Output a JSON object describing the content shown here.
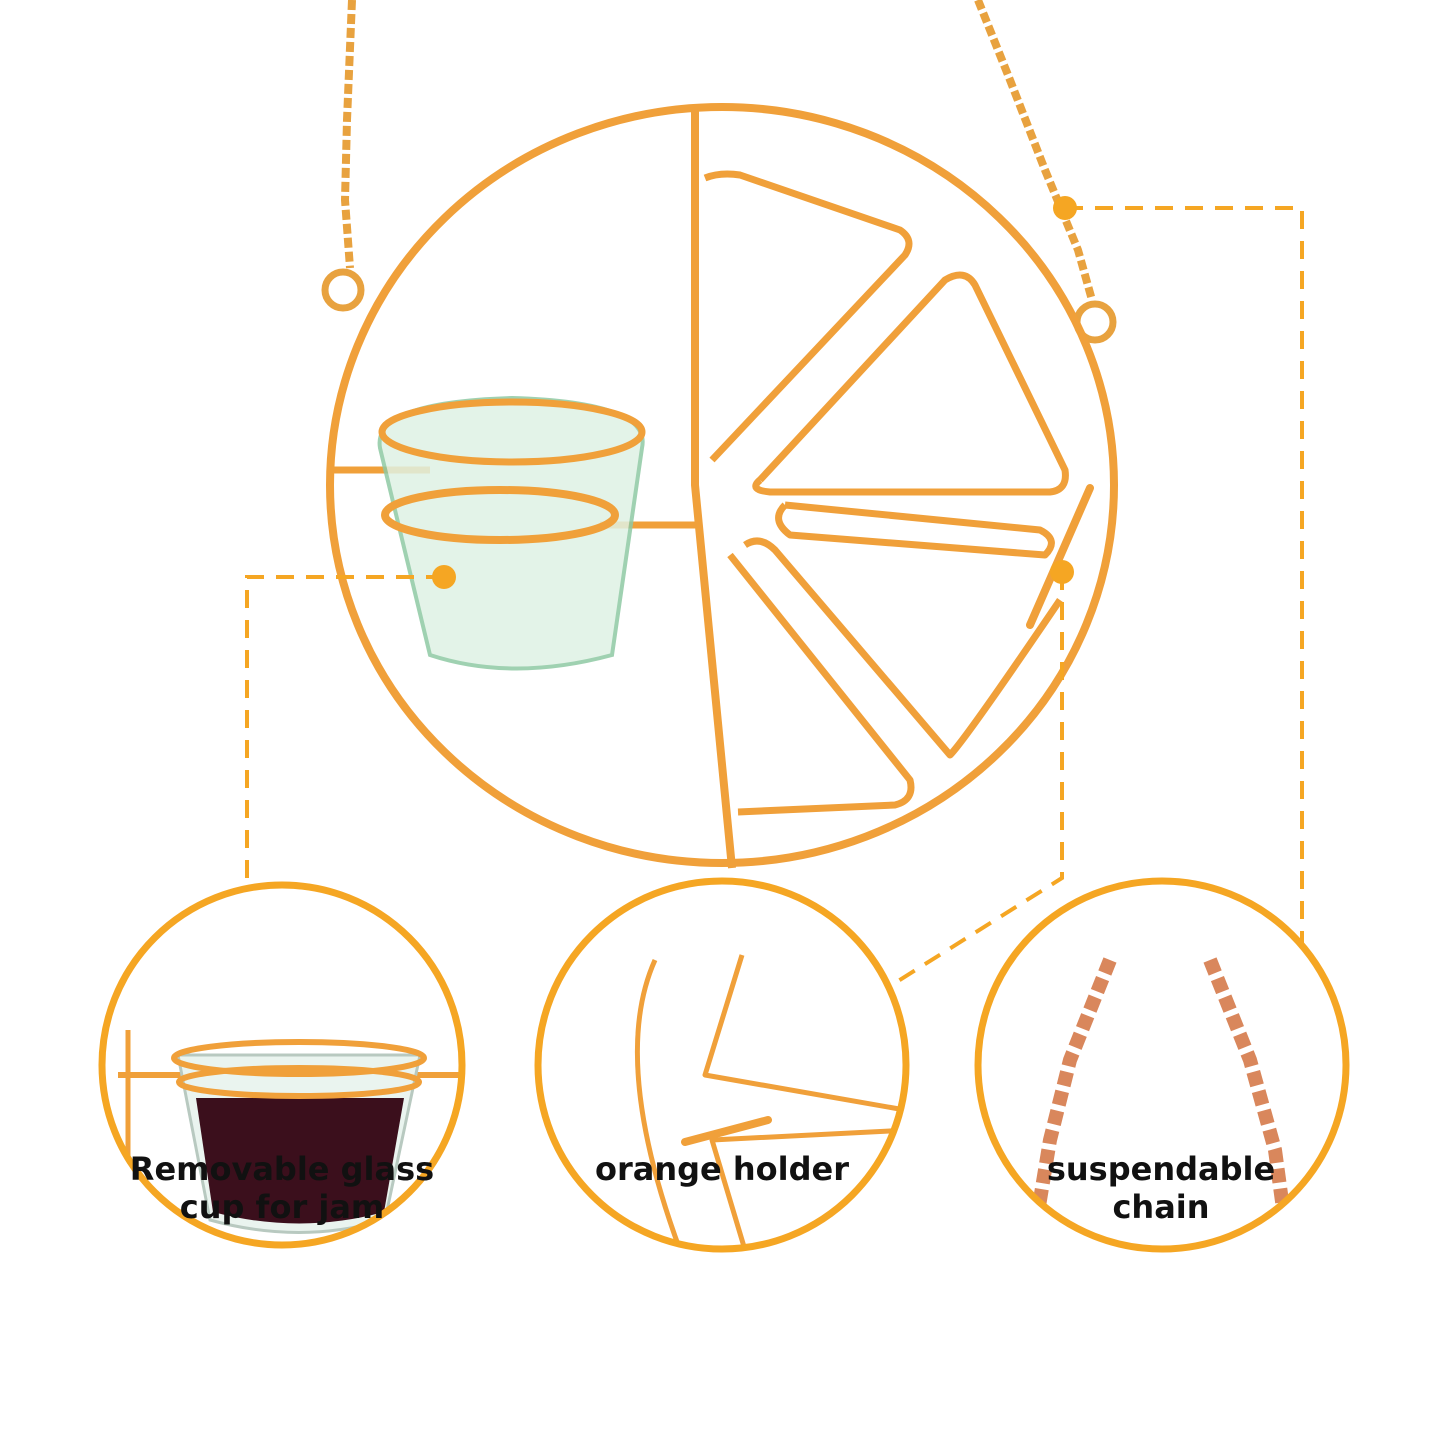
{
  "colors": {
    "accent": "#f5a623",
    "frame": "#f0a03a",
    "chain": "#e8a23f",
    "chain_zoom": "#d9875c",
    "glass": "#dff2e4",
    "jam": "#3b0f1c",
    "background": "#ffffff"
  },
  "icons": {
    "connector_dot": "filled-circle",
    "connector_line": "dashed-line"
  },
  "callouts": [
    {
      "id": "cup",
      "lines": [
        "Removable glass",
        "cup for jam"
      ]
    },
    {
      "id": "holder",
      "lines": [
        "orange holder"
      ]
    },
    {
      "id": "chain",
      "lines": [
        "suspendable",
        "chain"
      ]
    }
  ]
}
